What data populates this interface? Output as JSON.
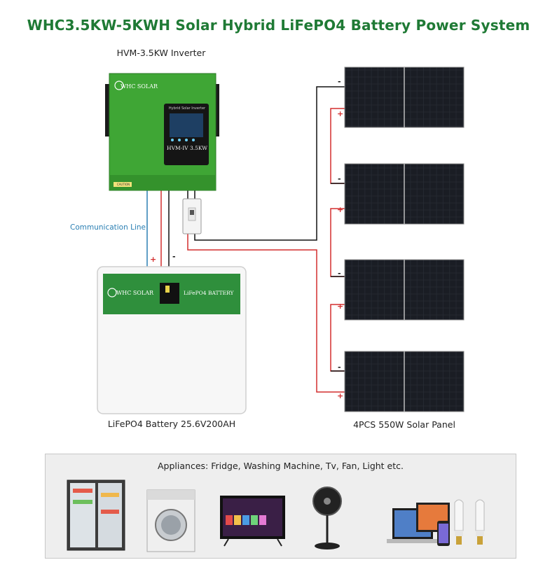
{
  "title": "WHC3.5KW-5KWH Solar Hybrid LiFePO4 Battery Power System",
  "inverter": {
    "label": "HVM-3.5KW Inverter",
    "brand": "WHC SOLAR",
    "screen_title": "Hybrid Solar Inverter",
    "model": "HVM-IV 3.5KW",
    "caution": "CAUTION"
  },
  "battery": {
    "label": "LiFePO4 Battery 25.6V200AH",
    "brand": "WHC SOLAR",
    "name": "LiFePO4 BATTERY"
  },
  "solar": {
    "label": "4PCS 550W Solar Panel",
    "panel_count": 4
  },
  "wiring": {
    "communication_label": "Communication Line",
    "plus": "+",
    "minus": "-"
  },
  "appliances": {
    "title": "Appliances: Fridge, Washing Machine, Tv, Fan, Light etc."
  },
  "colors": {
    "brand_green": "#1f7a35",
    "inverter_green": "#3fa635",
    "battery_green": "#2f8f3c",
    "positive_wire": "#d32f2f",
    "negative_wire": "#111111",
    "comm_wire": "#2a7fb3"
  }
}
